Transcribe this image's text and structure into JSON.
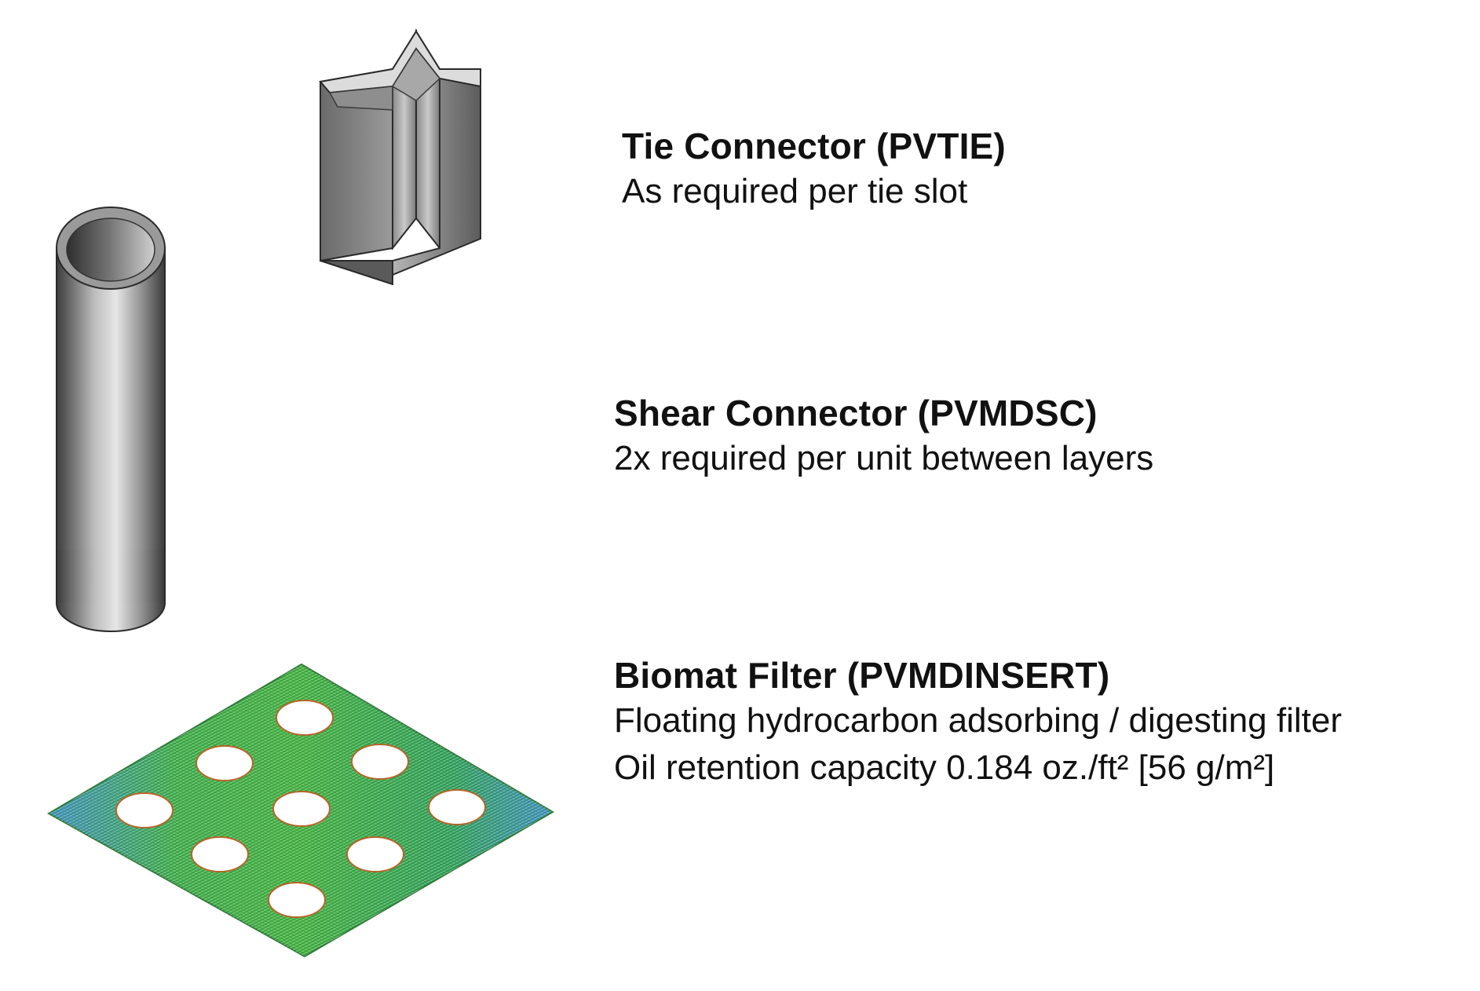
{
  "components": [
    {
      "title": "Tie Connector (PVTIE)",
      "lines": [
        "As required per tie slot"
      ],
      "icon": "tie-connector-icon"
    },
    {
      "title": "Shear Connector (PVMDSC)",
      "lines": [
        "2x required per unit between layers"
      ],
      "icon": "shear-connector-tube-icon"
    },
    {
      "title": "Biomat Filter (PVMDINSERT)",
      "lines": [
        "Floating hydrocarbon adsorbing / digesting filter",
        "Oil retention capacity 0.184 oz./ft² [56 g/m²]"
      ],
      "icon": "biomat-filter-mat-icon"
    }
  ],
  "colors": {
    "text": "#111111",
    "metal_dark": "#4a4a4a",
    "metal_light": "#d8d8d8",
    "mat_green": "#3fae4a",
    "mat_blue": "#3f8fc9",
    "hole_outline": "#b5652a"
  }
}
